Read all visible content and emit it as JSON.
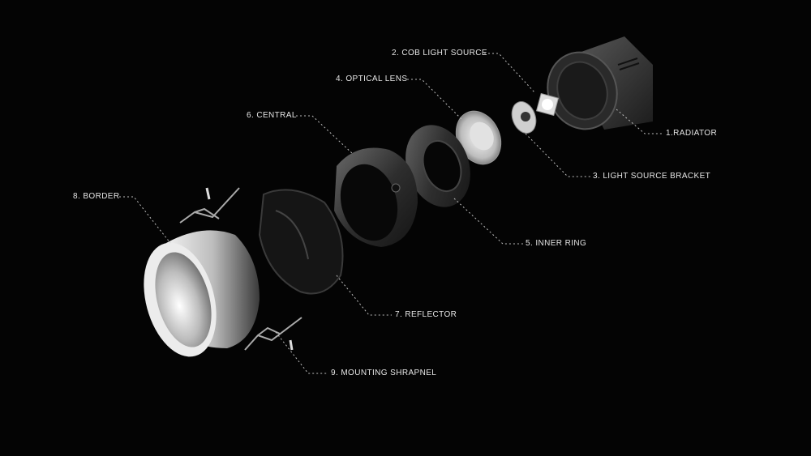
{
  "diagram": {
    "type": "exploded-view",
    "background": "#040404",
    "label_color": "#e6e6e6",
    "leader_line_style": "dotted",
    "components": [
      {
        "id": 1,
        "label": "1.RADIATOR"
      },
      {
        "id": 2,
        "label": "2. COB LIGHT SOURCE"
      },
      {
        "id": 3,
        "label": "3. LIGHT SOURCE BRACKET"
      },
      {
        "id": 4,
        "label": "4. OPTICAL LENS"
      },
      {
        "id": 5,
        "label": "5. INNER RING"
      },
      {
        "id": 6,
        "label": "6. CENTRAL"
      },
      {
        "id": 7,
        "label": "7. REFLECTOR"
      },
      {
        "id": 8,
        "label": "8. BORDER"
      },
      {
        "id": 9,
        "label": "9. MOUNTING SHRAPNEL"
      }
    ]
  }
}
